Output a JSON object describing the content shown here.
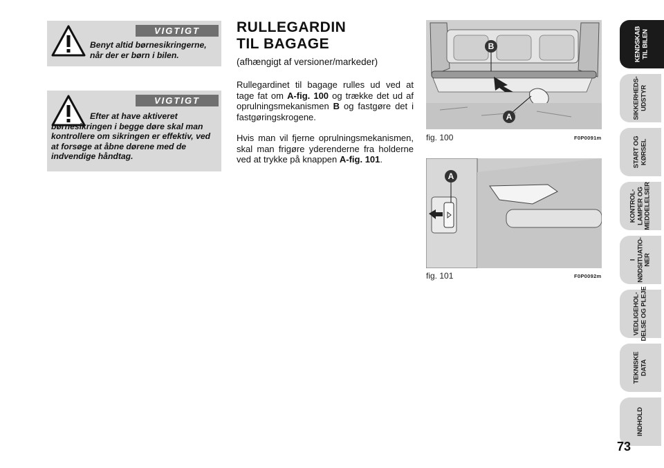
{
  "warnings": [
    {
      "banner": "VIGTIGT",
      "text": "Benyt altid børnesikringerne, når der er børn i bilen."
    },
    {
      "banner": "VIGTIGT",
      "text": "Efter at have aktiveret børnesikringen i begge døre skal man kontrollere om sikringen er effektiv, ved at forsøge at åbne dørene med de indvendige håndtag."
    }
  ],
  "section": {
    "title_line1": "RULLEGARDIN",
    "title_line2": "TIL BAGAGE",
    "subtitle": "(afhængigt af versioner/markeder)",
    "p1_a": "Rullegardinet til bagage rulles ud ved at tage fat om ",
    "p1_ref1": "A-fig. 100",
    "p1_b": " og trække det ud af oprulningsmekanismen ",
    "p1_ref2": "B",
    "p1_c": " og fastgøre det i fastgøringskrogene.",
    "p2_a": "Hvis man vil fjerne oprulningsmekanismen, skal man frigøre yderenderne fra holderne ved at trykke på knappen ",
    "p2_ref": "A-fig. 101",
    "p2_b": "."
  },
  "figures": [
    {
      "caption": "fig. 100",
      "code": "F0P0091m",
      "labels": [
        "B",
        "A"
      ]
    },
    {
      "caption": "fig. 101",
      "code": "F0P0092m",
      "labels": [
        "A"
      ]
    }
  ],
  "tabs": [
    {
      "label": "KENDSKAB\nTIL BILEN",
      "active": true
    },
    {
      "label": "SIKKERHEDS-\nUDSTYR",
      "active": false
    },
    {
      "label": "START OG\nKØRSEL",
      "active": false
    },
    {
      "label": "KONTROL-\nLAMPER OG\nMEDDELELSER",
      "active": false
    },
    {
      "label": "I\nNØDSITUATIO-\nNER",
      "active": false
    },
    {
      "label": "VEDLIGEHOL-\nDELSE OG PLEJE",
      "active": false
    },
    {
      "label": "TEKNISKE\nDATA",
      "active": false
    },
    {
      "label": "INDHOLD",
      "active": false
    }
  ],
  "page_number": "73",
  "colors": {
    "warning_bg": "#d9d9d9",
    "banner_bg": "#707070",
    "tab_bg": "#d6d6d6",
    "tab_active_bg": "#1a1a1a"
  }
}
